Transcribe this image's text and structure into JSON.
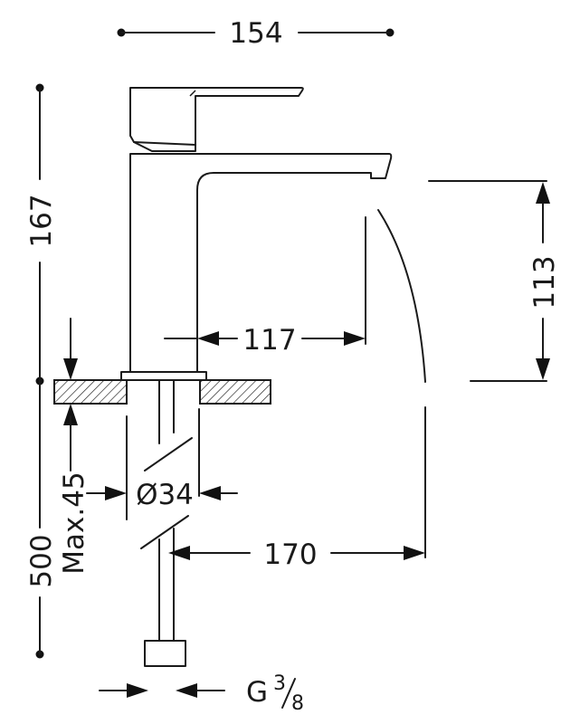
{
  "dimensions": {
    "width_overall": "154",
    "height_above_deck": "167",
    "spout_height": "113",
    "spout_reach": "117",
    "max_deck_thickness": "Max.45",
    "hole_diameter": "Ø34",
    "flexible_length": "500",
    "outlet_projection": "170",
    "connection_thread": "G",
    "thread_num": "3",
    "thread_den": "8"
  }
}
